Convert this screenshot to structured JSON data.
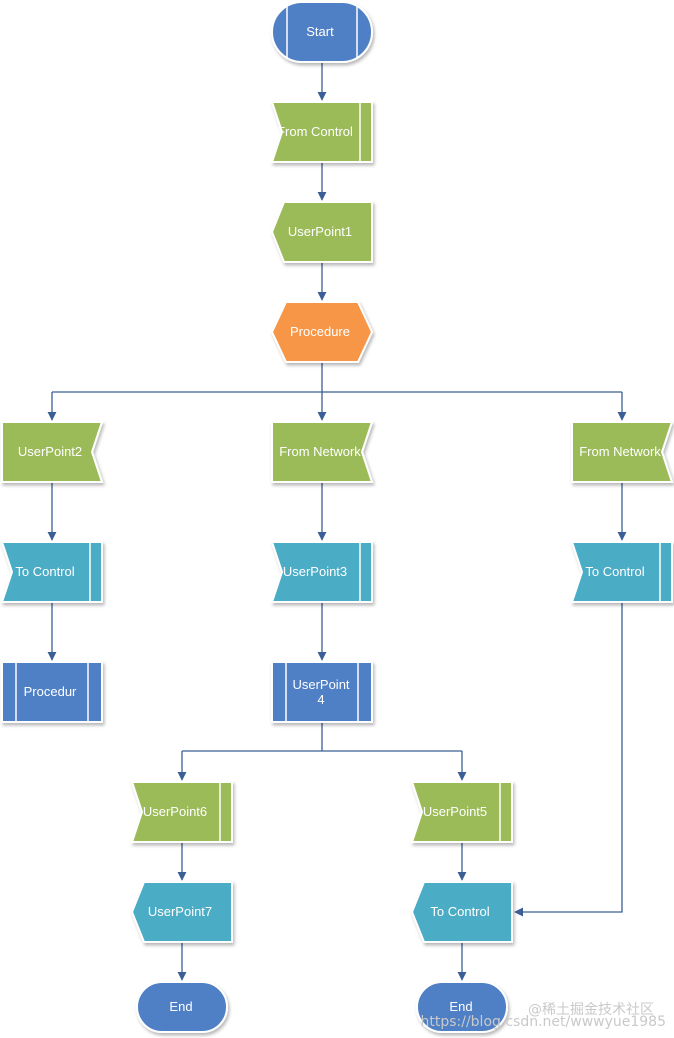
{
  "colors": {
    "blue": "#4f7fc4",
    "green": "#9bbb59",
    "teal": "#4bacc6",
    "orange": "#f79646",
    "connector": "#3b5f94"
  },
  "nodes": {
    "start": "Start",
    "from_control": "From Control",
    "userpoint1": "UserPoint1",
    "procedure": "Procedure",
    "userpoint2": "UserPoint2",
    "from_network_mid": "From Network",
    "from_network_right": "From Network",
    "to_control_left": "To Control",
    "userpoint3": "UserPoint3",
    "to_control_right": "To Control",
    "procedur": "Procedur",
    "userpoint4_line1": "UserPoint",
    "userpoint4_line2": "4",
    "userpoint6": "UserPoint6",
    "userpoint5": "UserPoint5",
    "userpoint7": "UserPoint7",
    "to_control_bottom": "To Control",
    "end_left": "End",
    "end_right": "End"
  },
  "watermark": {
    "line1": "@稀土掘金技术社区",
    "line2": "https://blog.csdn.net/wwwyue1985"
  }
}
